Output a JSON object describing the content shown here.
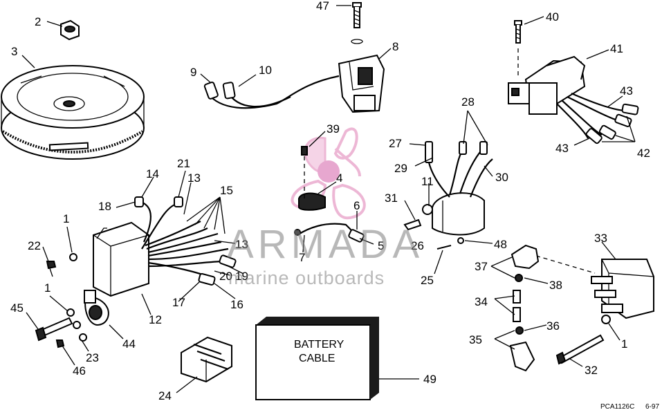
{
  "callouts": [
    {
      "id": "1a",
      "text": "1"
    },
    {
      "id": "1b",
      "text": "1"
    },
    {
      "id": "1c",
      "text": "1"
    },
    {
      "id": "2",
      "text": "2"
    },
    {
      "id": "3",
      "text": "3"
    },
    {
      "id": "4",
      "text": "4"
    },
    {
      "id": "5",
      "text": "5"
    },
    {
      "id": "6",
      "text": "6"
    },
    {
      "id": "7",
      "text": "7"
    },
    {
      "id": "8",
      "text": "8"
    },
    {
      "id": "9",
      "text": "9"
    },
    {
      "id": "10",
      "text": "10"
    },
    {
      "id": "11",
      "text": "11"
    },
    {
      "id": "12",
      "text": "12"
    },
    {
      "id": "13a",
      "text": "13"
    },
    {
      "id": "13b",
      "text": "13"
    },
    {
      "id": "14",
      "text": "14"
    },
    {
      "id": "15",
      "text": "15"
    },
    {
      "id": "16",
      "text": "16"
    },
    {
      "id": "17",
      "text": "17"
    },
    {
      "id": "18",
      "text": "18"
    },
    {
      "id": "19",
      "text": "19"
    },
    {
      "id": "20",
      "text": "20"
    },
    {
      "id": "21",
      "text": "21"
    },
    {
      "id": "22",
      "text": "22"
    },
    {
      "id": "23",
      "text": "23"
    },
    {
      "id": "24",
      "text": "24"
    },
    {
      "id": "25",
      "text": "25"
    },
    {
      "id": "26",
      "text": "26"
    },
    {
      "id": "27",
      "text": "27"
    },
    {
      "id": "28",
      "text": "28"
    },
    {
      "id": "29",
      "text": "29"
    },
    {
      "id": "30",
      "text": "30"
    },
    {
      "id": "31",
      "text": "31"
    },
    {
      "id": "32",
      "text": "32"
    },
    {
      "id": "33",
      "text": "33"
    },
    {
      "id": "34",
      "text": "34"
    },
    {
      "id": "35",
      "text": "35"
    },
    {
      "id": "36",
      "text": "36"
    },
    {
      "id": "37",
      "text": "37"
    },
    {
      "id": "38",
      "text": "38"
    },
    {
      "id": "39",
      "text": "39"
    },
    {
      "id": "40",
      "text": "40"
    },
    {
      "id": "41",
      "text": "41"
    },
    {
      "id": "42",
      "text": "42"
    },
    {
      "id": "43a",
      "text": "43"
    },
    {
      "id": "43b",
      "text": "43"
    },
    {
      "id": "44",
      "text": "44"
    },
    {
      "id": "45",
      "text": "45"
    },
    {
      "id": "46",
      "text": "46"
    },
    {
      "id": "47",
      "text": "47"
    },
    {
      "id": "48",
      "text": "48"
    },
    {
      "id": "49",
      "text": "49"
    }
  ],
  "battery_box": {
    "line1": "BATTERY",
    "line2": "CABLE"
  },
  "drawing_code": "PCA1126C",
  "drawing_date": "6-97",
  "watermark": {
    "brand": "ARMADA",
    "tagline": "marine outboards",
    "color": "#7f7f7f",
    "logo_color": "#e8a0c8"
  }
}
